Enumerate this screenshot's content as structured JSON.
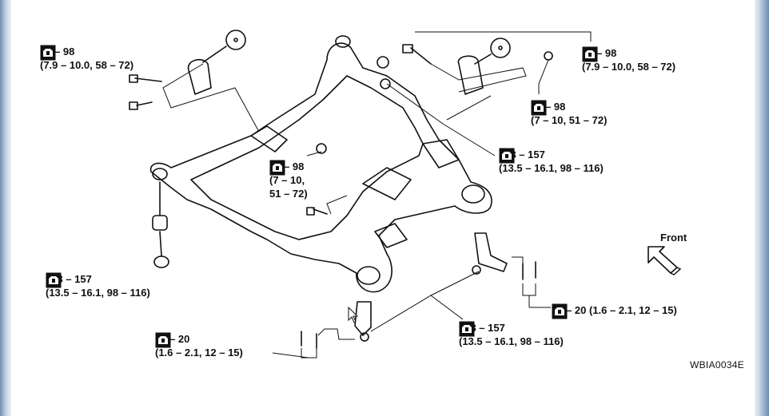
{
  "figure_id": "WBIA0034E",
  "front_label": "Front",
  "callouts": [
    {
      "id": "c1",
      "line1": "78 – 98",
      "line2": "(7.9 – 10.0, 58 – 72)"
    },
    {
      "id": "c2",
      "line1": "78 – 98",
      "line2": "(7.9 – 10.0, 58 – 72)"
    },
    {
      "id": "c3",
      "line1": "69 – 98",
      "line2": "(7 – 10, 51 – 72)"
    },
    {
      "id": "c4",
      "line1": "133 – 157",
      "line2": "(13.5 – 16.1, 98 – 116)"
    },
    {
      "id": "c5",
      "line1": "69 – 98",
      "line2": "(7 – 10,",
      "line3": "51 – 72)"
    },
    {
      "id": "c6",
      "line1": "133 – 157",
      "line2": "(13.5 – 16.1, 98 – 116)"
    },
    {
      "id": "c7",
      "line1": "16 – 20 (1.6 – 2.1, 12 – 15)"
    },
    {
      "id": "c8",
      "line1": "133 – 157",
      "line2": "(13.5 – 16.1, 98 – 116)"
    },
    {
      "id": "c9",
      "line1": "16 – 20",
      "line2": "(1.6 – 2.1, 12 – 15)"
    }
  ],
  "icons": {
    "torque": "torque-wrench-icon",
    "arrow": "front-arrow-icon"
  }
}
